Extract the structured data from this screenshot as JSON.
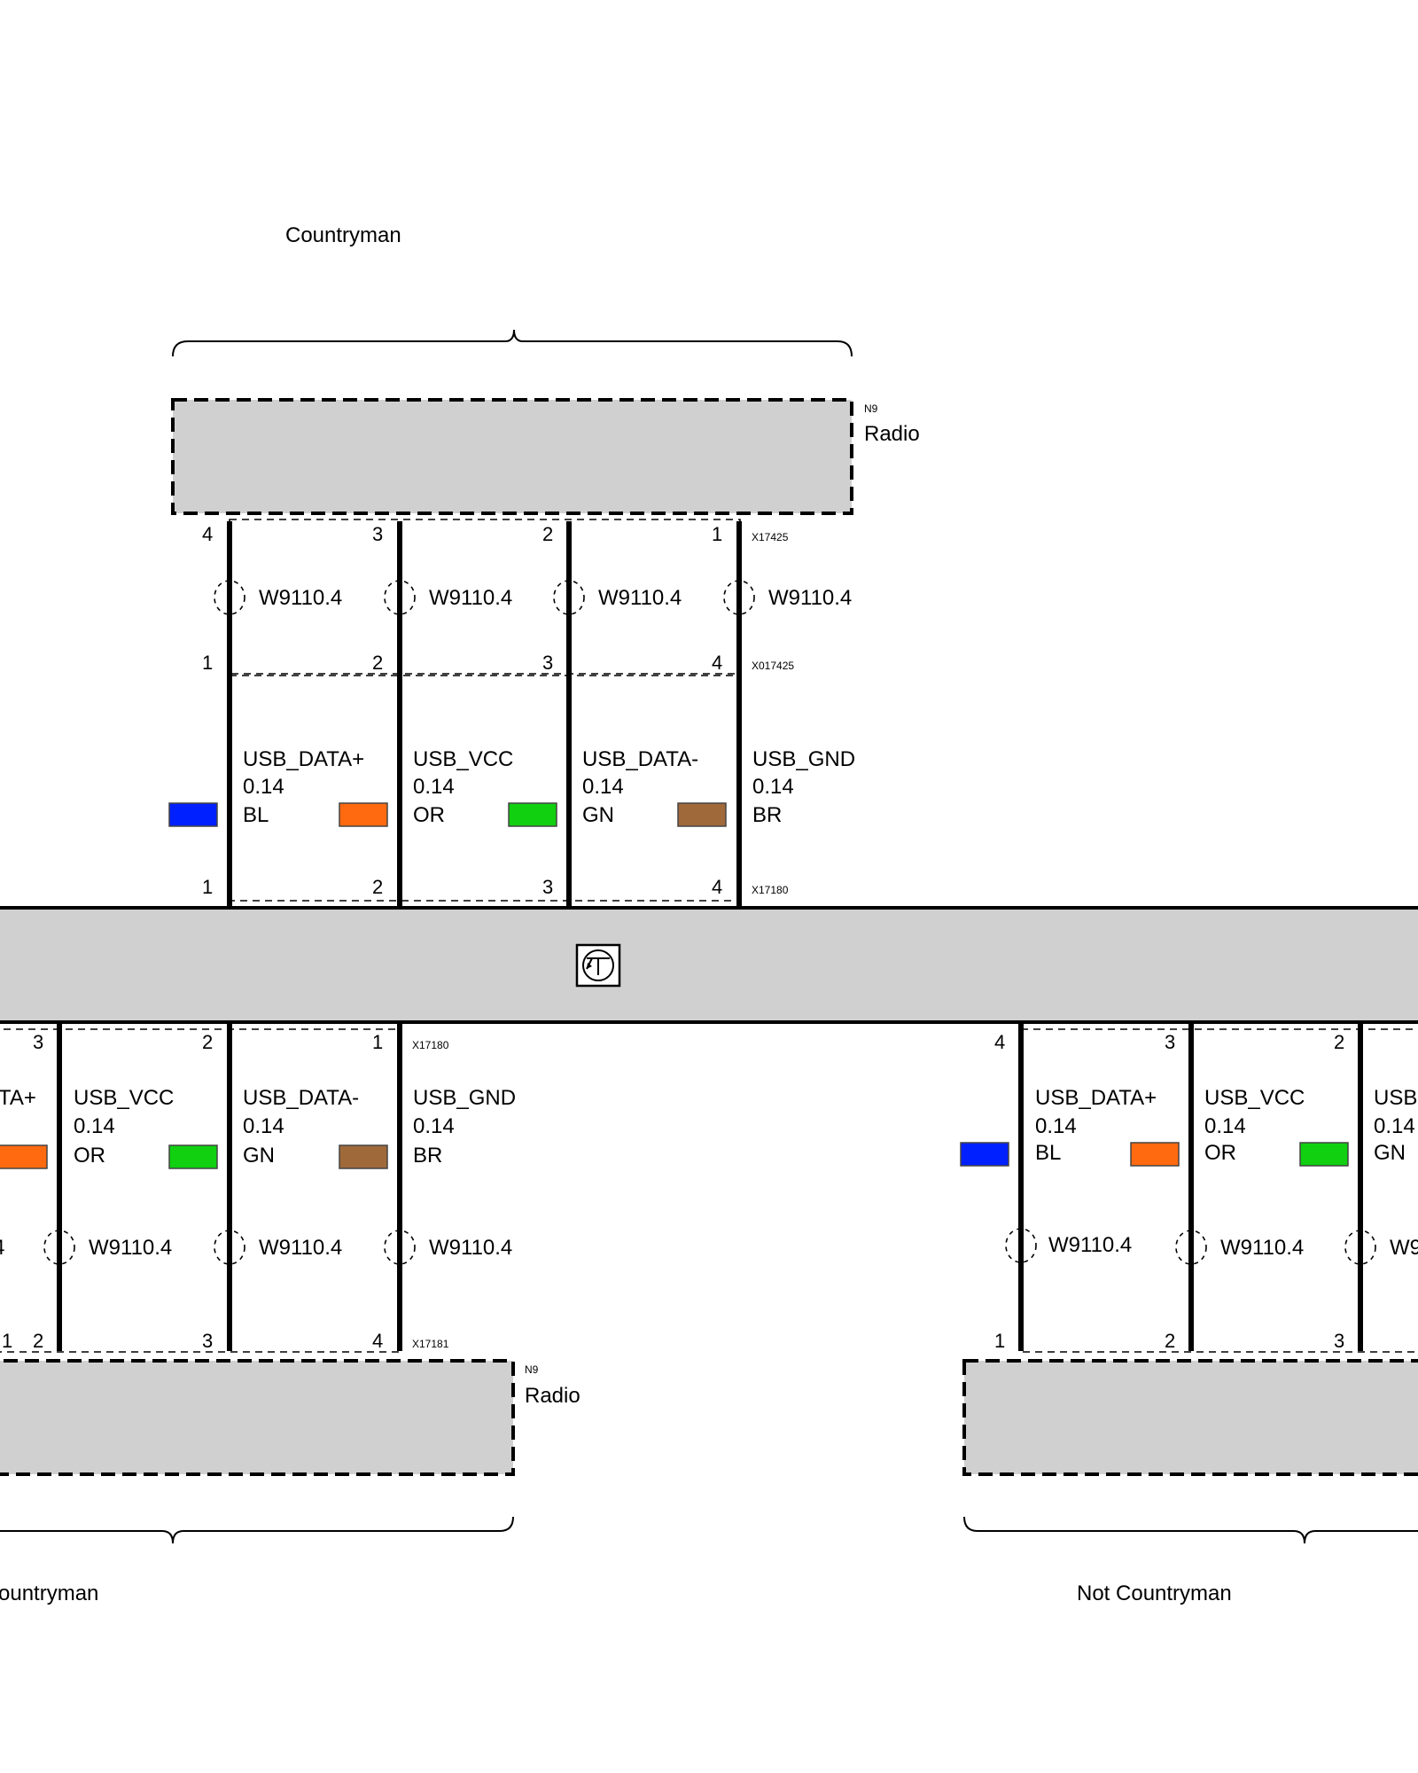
{
  "top_section": {
    "label": "Countryman",
    "component": {
      "code": "N9",
      "name": "Radio"
    },
    "connector_top": "X17425",
    "connector_mid": "X017425",
    "connector_bottom": "X17180",
    "wires": [
      {
        "pin_top": "4",
        "pin_mid": "1",
        "pin_bottom": "1",
        "shield": "W9110.4",
        "signal": "USB_DATA+",
        "size": "0.14",
        "color_code": "BL",
        "color": "#0020ff"
      },
      {
        "pin_top": "3",
        "pin_mid": "2",
        "pin_bottom": "2",
        "shield": "W9110.4",
        "signal": "USB_VCC",
        "size": "0.14",
        "color_code": "OR",
        "color": "#ff6a10"
      },
      {
        "pin_top": "2",
        "pin_mid": "3",
        "pin_bottom": "3",
        "shield": "W9110.4",
        "signal": "USB_DATA-",
        "size": "0.14",
        "color_code": "GN",
        "color": "#10d010"
      },
      {
        "pin_top": "1",
        "pin_mid": "4",
        "pin_bottom": "4",
        "shield": "W9110.4",
        "signal": "USB_GND",
        "size": "0.14",
        "color_code": "BR",
        "color": "#a0693a"
      }
    ]
  },
  "bottom_left_section": {
    "label": "ountryman",
    "component": {
      "code": "N9",
      "name": "Radio"
    },
    "connector_top": "X17180",
    "connector_bottom": "X17181",
    "partial_wire": {
      "pin_bottom": "1",
      "shield": "4",
      "signal": "TA+",
      "size": "",
      "color": "#ff6a10"
    },
    "wires": [
      {
        "pin_top": "3",
        "pin_bottom": "2",
        "shield": "W9110.4",
        "signal": "USB_VCC",
        "size": "0.14",
        "color_code": "OR",
        "color": "#10d010"
      },
      {
        "pin_top": "2",
        "pin_bottom": "3",
        "shield": "W9110.4",
        "signal": "USB_DATA-",
        "size": "0.14",
        "color_code": "GN",
        "color": "#a0693a"
      },
      {
        "pin_top": "1",
        "pin_bottom": "4",
        "shield": "W9110.4",
        "signal": "USB_GND",
        "size": "0.14",
        "color_code": "BR",
        "color": ""
      }
    ]
  },
  "bottom_right_section": {
    "label": "Not Countryman",
    "wires": [
      {
        "pin_top": "4",
        "pin_bottom": "1",
        "shield": "W9110.4",
        "signal": "USB_DATA+",
        "size": "0.14",
        "color_code": "BL",
        "color": "#0020ff"
      },
      {
        "pin_top": "3",
        "pin_bottom": "2",
        "shield": "W9110.4",
        "signal": "USB_VCC",
        "size": "0.14",
        "color_code": "OR",
        "color": "#ff6a10"
      },
      {
        "pin_top": "2",
        "pin_bottom": "3",
        "shield": "W9",
        "signal": "USB",
        "size": "0.14",
        "color_code": "GN",
        "color": "#10d010"
      }
    ]
  },
  "central_unit": {
    "icon": "transistor-icon"
  }
}
